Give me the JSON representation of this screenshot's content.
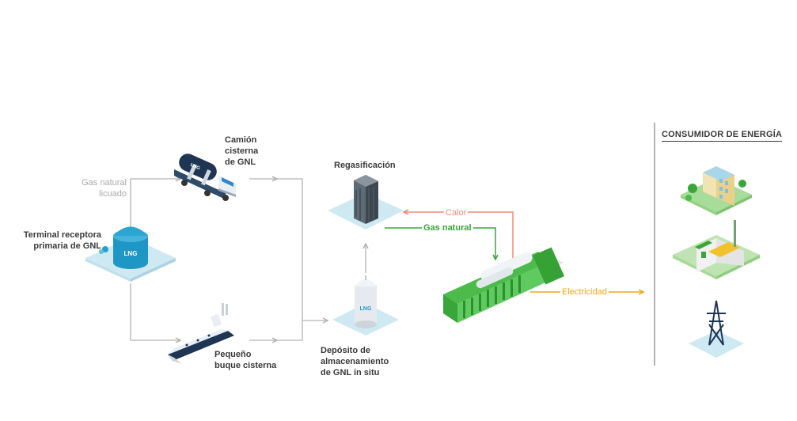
{
  "labels": {
    "lng_liquid": "Gas natural\nlicuado",
    "terminal": "Terminal receptora\nprimaria de GNL",
    "truck": "Camión\ncisterna\nde GNL",
    "ship": "Pequeño\nbuque cisterna",
    "regas": "Regasificación",
    "storage": "Depósito de\nalmacenamiento\nde GNL in situ",
    "heat": "Calor",
    "natural_gas": "Gas natural",
    "electricity": "Electricidad",
    "consumer": "CONSUMIDOR DE ENERGÍA",
    "tank_text": "LNG"
  },
  "colors": {
    "gray_arrow": "#b3b3b3",
    "heat": "#f08a75",
    "gas": "#3aa53a",
    "electricity": "#f2a51a",
    "platform": "#cfe9f3",
    "tank": "#1f97c6",
    "engine": "#4cbb4c"
  },
  "icons": [
    "lng-terminal-icon",
    "lng-truck-icon",
    "lng-ship-icon",
    "regasification-icon",
    "storage-tank-icon",
    "gas-engine-icon",
    "office-building-icon",
    "factory-icon",
    "power-tower-icon"
  ]
}
